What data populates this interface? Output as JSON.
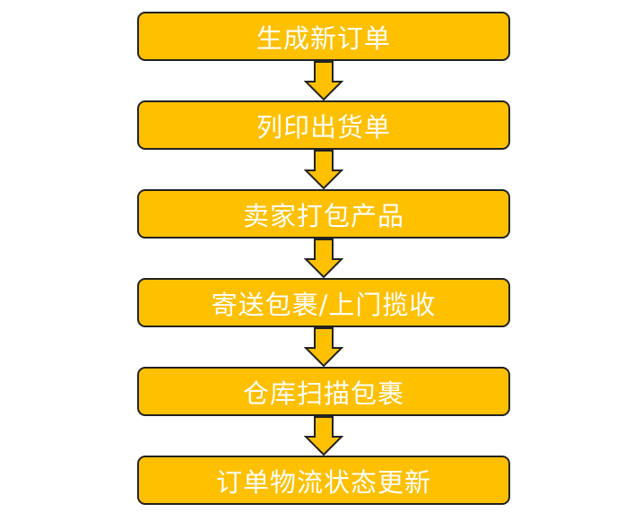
{
  "diagram": {
    "steps": [
      "生成新订单",
      "列印出货单",
      "卖家打包产品",
      "寄送包裹/上门揽收",
      "仓库扫描包裹",
      "订单物流状态更新"
    ]
  },
  "colors": {
    "box_fill": "#ffc000",
    "outline": "#222222",
    "text": "#ffffff"
  },
  "icons": {
    "connector": "arrow-down-icon"
  }
}
